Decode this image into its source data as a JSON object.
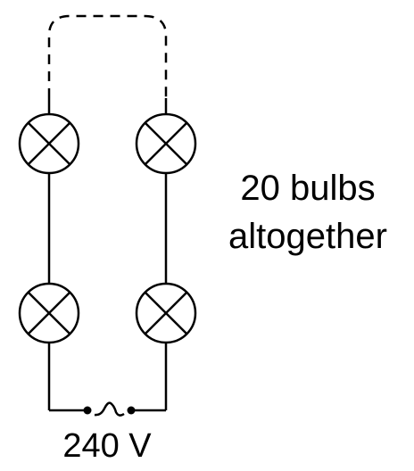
{
  "diagram": {
    "note_line1": "20 bulbs",
    "note_line2": "altogether",
    "supply_label": "240 V",
    "bulb_icon": "lamp-bulb-icon",
    "supply_icon": "ac-supply-icon"
  }
}
